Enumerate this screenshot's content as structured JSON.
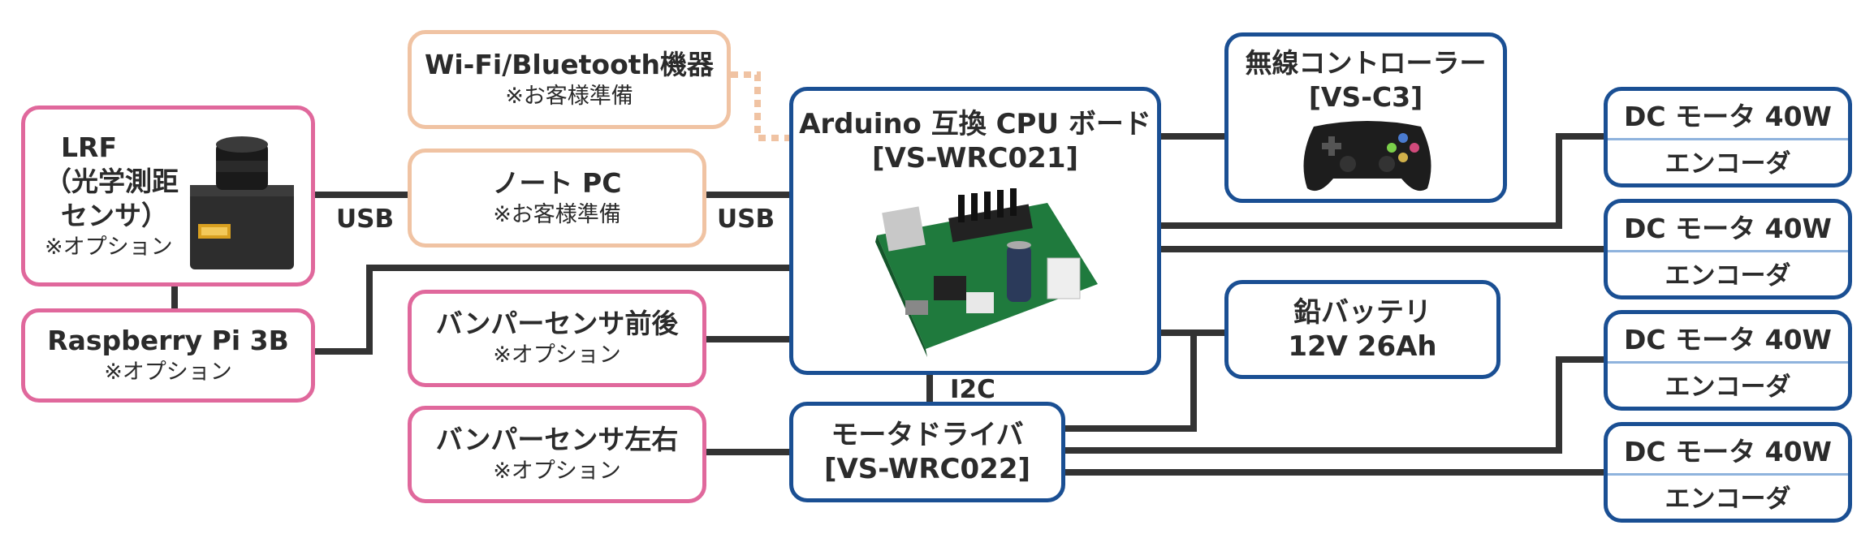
{
  "labels": {
    "usb_left": "USB",
    "usb_right": "USB",
    "i2c": "I2C"
  },
  "wifi": {
    "title": "Wi-Fi/Bluetooth機器",
    "note": "※お客様準備"
  },
  "notepc": {
    "title": "ノート PC",
    "note": "※お客様準備"
  },
  "lrf": {
    "title1": "LRF",
    "title2": "（光学測距",
    "title3": "センサ）",
    "note": "※オプション"
  },
  "rpi": {
    "title": "Raspberry Pi 3B",
    "note": "※オプション"
  },
  "bumper_front": {
    "title": "バンパーセンサ前後",
    "note": "※オプション"
  },
  "bumper_side": {
    "title": "バンパーセンサ左右",
    "note": "※オプション"
  },
  "cpu": {
    "title": "Arduino 互換 CPU ボード",
    "model": "[VS-WRC021]"
  },
  "driver": {
    "title": "モータドライバ",
    "model": "[VS-WRC022]"
  },
  "controller": {
    "title": "無線コントローラー",
    "model": "[VS-C3]"
  },
  "battery": {
    "title": "鉛バッテリ",
    "spec": "12V 26Ah"
  },
  "motors": [
    {
      "top": "DC モータ 40W",
      "bottom": "エンコーダ"
    },
    {
      "top": "DC モータ 40W",
      "bottom": "エンコーダ"
    },
    {
      "top": "DC モータ 40W",
      "bottom": "エンコーダ"
    },
    {
      "top": "DC モータ 40W",
      "bottom": "エンコーダ"
    }
  ],
  "colors": {
    "blue": "#1a4f93",
    "pink": "#e0689c",
    "peach": "#f0c3a3",
    "wire": "#333333",
    "dotted": "#f0c3a3"
  }
}
